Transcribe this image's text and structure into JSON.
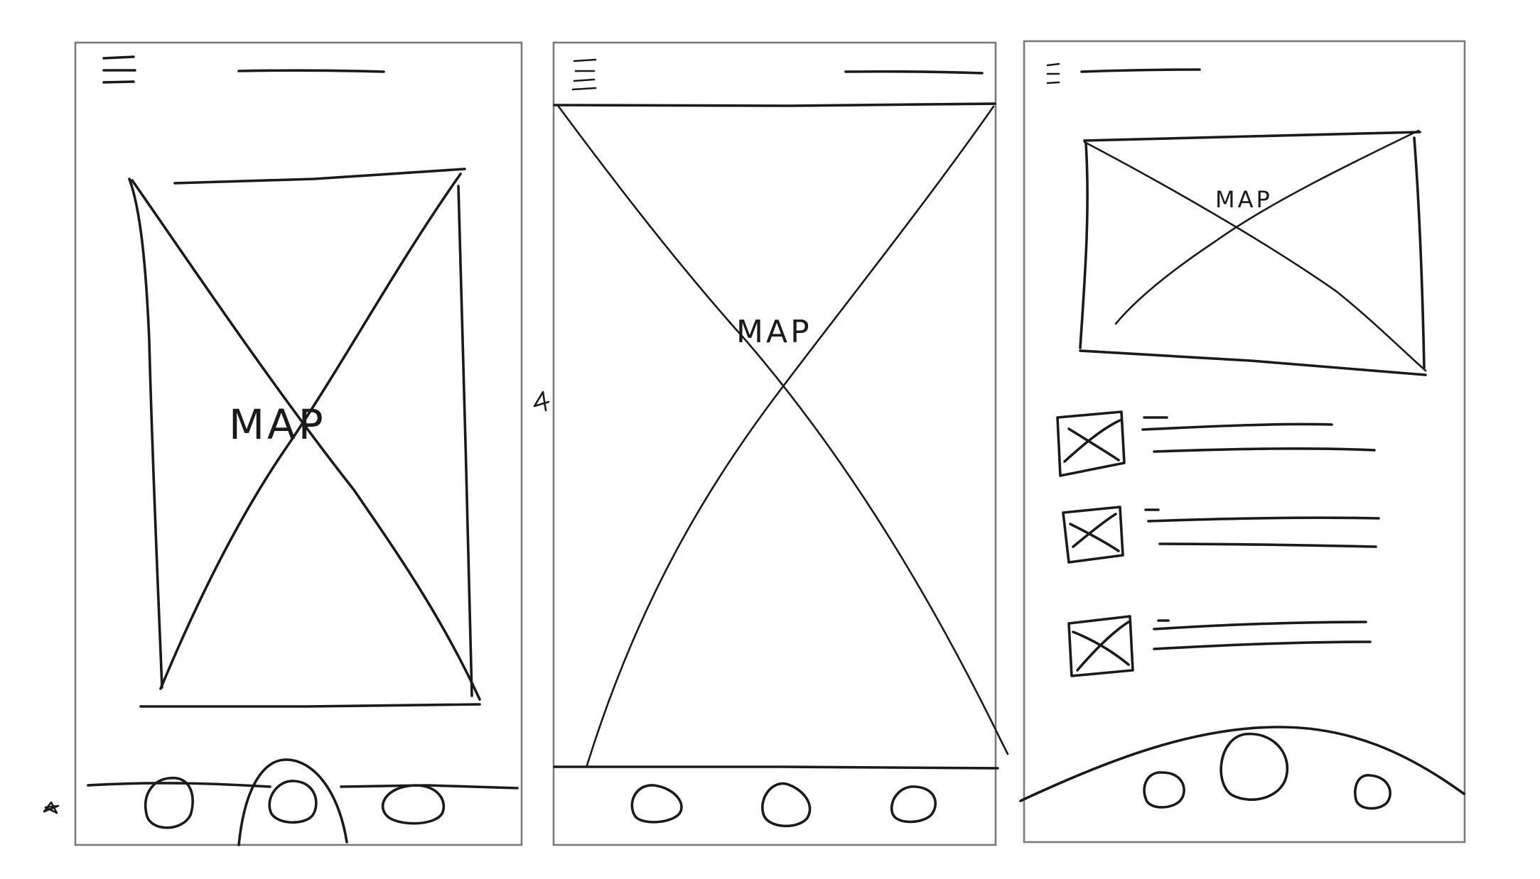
{
  "screens": [
    {
      "id": "screen-1",
      "map": {
        "label": "MAP"
      },
      "nav": {
        "buttons": [
          "circle-1",
          "circle-2",
          "circle-3"
        ]
      }
    },
    {
      "id": "screen-2",
      "map": {
        "label": "MAP"
      },
      "nav": {
        "buttons": [
          "circle-1",
          "circle-2",
          "circle-3"
        ]
      }
    },
    {
      "id": "screen-3",
      "map": {
        "label": "MAP"
      },
      "list": {
        "item_count": 3
      },
      "nav": {
        "buttons": [
          "circle-1",
          "circle-2",
          "circle-3"
        ]
      }
    }
  ]
}
